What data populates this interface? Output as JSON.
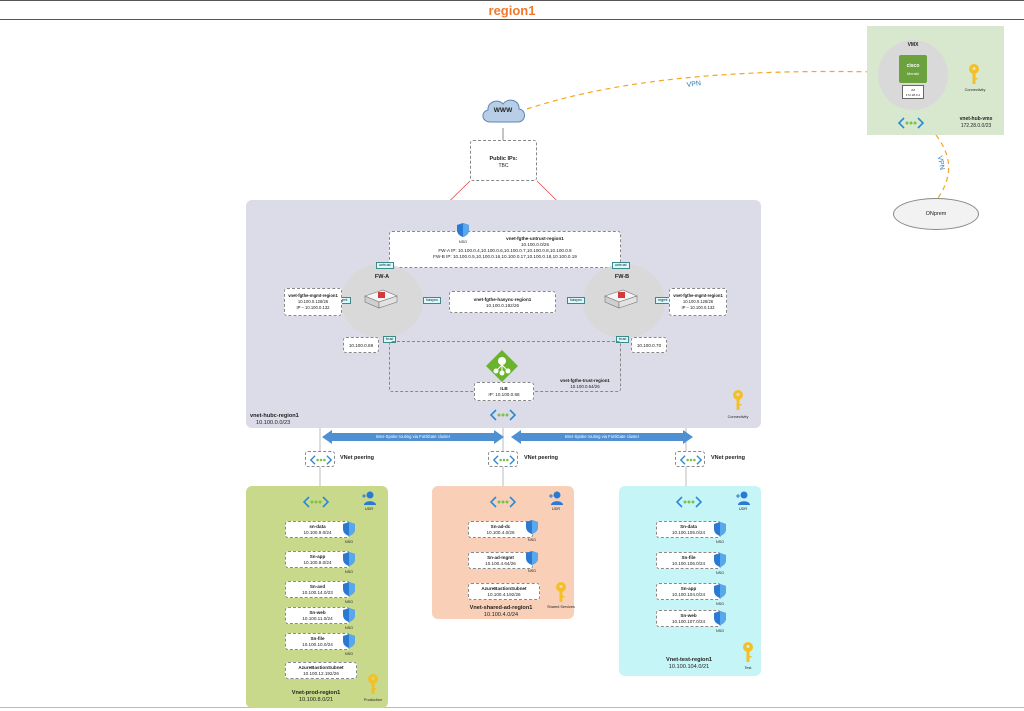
{
  "page": {
    "title": "region1"
  },
  "internet": {
    "label": "WWW"
  },
  "public_ips": {
    "title": "Public IPs:",
    "value": "TBC"
  },
  "vpn": {
    "label_top": "VPN",
    "label_side": "VPN"
  },
  "onprem": {
    "label": "ONprem"
  },
  "vmx": {
    "title": "VMX",
    "device_brand": "cisco",
    "device_sub": "Meraki",
    "device_ip": "172.28.0.4",
    "device_tag": "vM",
    "connectivity_label": "Connectivity",
    "vnet_name": "vnet-hub-vmx",
    "vnet_cidr": "172.28.0.0/23"
  },
  "hub": {
    "vnet_name": "vnet-hubc-region1",
    "vnet_cidr": "10.100.0.0/23",
    "connectivity_label": "Connectivity",
    "untrust": {
      "name": "vnet-fgthe-untrust-region1",
      "cidr": "10.100.0.0/26",
      "fw_a_ip": "FW-A IP: 10.100.0.4,10.100.0.6,10.100.0.7,10.100.0.8,10.100.0.9",
      "fw_b_ip": "FW-B IP: 10.100.0.5,10.100.0.16,10.100.0.17,10.100.0.18,10.100.0.19"
    },
    "nsg_label": "NSG",
    "fw_a": {
      "label": "FW-A",
      "port_untrust": "untrust",
      "port_mgmt": "mgmt",
      "port_hasync": "hasync",
      "port_trust": "trust"
    },
    "fw_b": {
      "label": "FW-B",
      "port_untrust": "untrust",
      "port_mgmt": "mgmt",
      "port_hasync": "hasync",
      "port_trust": "trust"
    },
    "mgmt_a": {
      "name": "vnet-fgthe-mgmt-region1",
      "cidr": "10.100.0.128/26",
      "ip": "IP – 10.100.0.132"
    },
    "mgmt_b": {
      "name": "vnet-fgthe-mgmt-region1",
      "cidr": "10.100.0.128/26",
      "ip": "IP – 10.100.0.133"
    },
    "hasync": {
      "name": "vnet-fgthe-hasync-region1",
      "cidr": "10.100.0.192/26"
    },
    "trust_ip_a": "10.100.0.69",
    "trust_ip_b": "10.100.0.70",
    "trust": {
      "name": "vnet-fgthe-trust-region1",
      "cidr": "10.100.0.64/26"
    },
    "ilb": {
      "name": "ILB",
      "ip": "IP: 10.100.0.68"
    }
  },
  "peering": {
    "arrow_left": "Inter-Spoke routing via FortiGate cluster",
    "arrow_right": "Inter-Spoke routing via FortiGate cluster",
    "label": "VNet peering"
  },
  "prod": {
    "vnet_name": "Vnet-prod-region1",
    "vnet_cidr": "10.100.8.0/21",
    "udr_label": "UDR",
    "tag_label": "Production",
    "nsg_label": "NSG",
    "subnets": [
      {
        "name": "sn-data",
        "cidr": "10.100.9.0/24"
      },
      {
        "name": "Sn-app",
        "cidr": "10.100.8.0/24"
      },
      {
        "name": "Sn-avd",
        "cidr": "10.100.14.0/23"
      },
      {
        "name": "Sn-web",
        "cidr": "10.100.11.0/24"
      },
      {
        "name": "Sn-file",
        "cidr": "10.100.10.0/24"
      },
      {
        "name": "AzureBastionSubnet",
        "cidr": "10.100.12.192/26"
      }
    ]
  },
  "shared": {
    "vnet_name": "Vnet-shared-ad-region1",
    "vnet_cidr": "10.100.4.0/24",
    "udr_label": "UDR",
    "tag_label": "Shared Services",
    "nsg_label": "NSG",
    "subnets": [
      {
        "name": "Sn-ad-dc",
        "cidr": "10.100.4.0/26"
      },
      {
        "name": "Sn-ad-mgmt",
        "cidr": "10.100.4.64/26"
      },
      {
        "name": "AzureBastionSubnet",
        "cidr": "10.100.4.192/26"
      }
    ]
  },
  "test": {
    "vnet_name": "Vnet-test-region1",
    "vnet_cidr": "10.100.104.0/21",
    "udr_label": "UDR",
    "tag_label": "Test",
    "nsg_label": "NSG",
    "subnets": [
      {
        "name": "Sn-data",
        "cidr": "10.100.105.0/24"
      },
      {
        "name": "Sn-file",
        "cidr": "10.100.106.0/24"
      },
      {
        "name": "Sn-app",
        "cidr": "10.100.104.0/24"
      },
      {
        "name": "Sn-web",
        "cidr": "10.100.107.0/24"
      }
    ]
  },
  "colors": {
    "title": "#f07a2d",
    "hub_bg": "#dcdbe8",
    "prod_bg": "#c9d98b",
    "shared_bg": "#f9d0b7",
    "test_bg": "#c6f5f7",
    "vmx_bg": "#d7e8cf",
    "vpn_line": "#f5a623",
    "public_line": "#e03c3c",
    "peering_arrow": "#4f90d3"
  }
}
